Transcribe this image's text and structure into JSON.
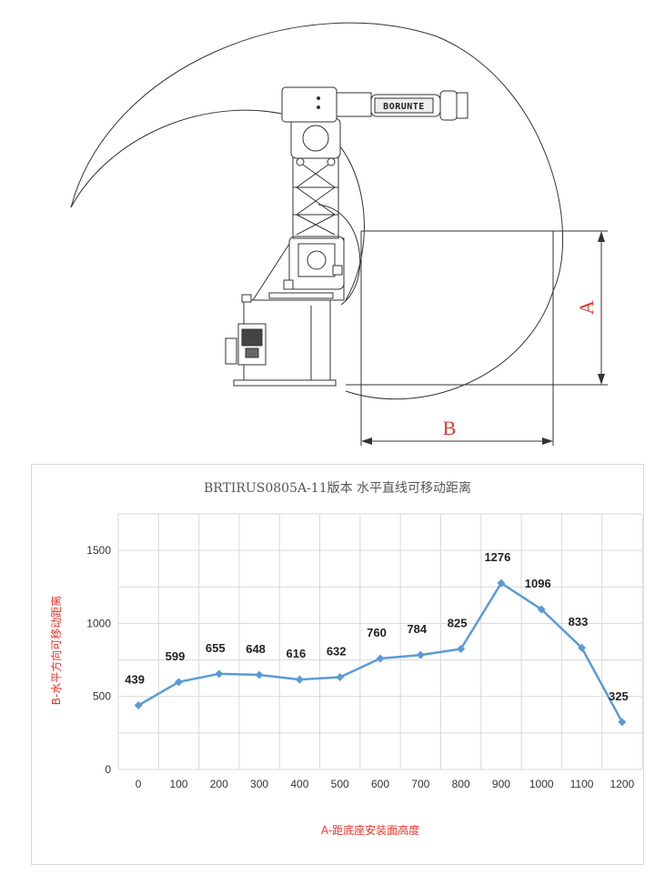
{
  "diagram": {
    "logo": "BORUNTE",
    "dim_a": "A",
    "dim_b": "B"
  },
  "colors": {
    "series": "#5b9bd5",
    "axis_title": "#e8352b",
    "dimension": "#d93a2b",
    "grid": "#d9d9d9"
  },
  "chart_data": {
    "type": "line",
    "title": "BRTIRUS0805A-11版本 水平直线可移动距离",
    "xlabel": "A-距底座安装面高度",
    "ylabel": "B-水平方向可移动距离",
    "categories": [
      "0",
      "100",
      "200",
      "300",
      "400",
      "500",
      "600",
      "700",
      "800",
      "900",
      "1000",
      "1100",
      "1200"
    ],
    "values": [
      439,
      599,
      655,
      648,
      616,
      632,
      760,
      784,
      825,
      1276,
      1096,
      833,
      325
    ],
    "data_labels": [
      "439",
      "599",
      "655",
      "648",
      "616",
      "632",
      "760",
      "784",
      "825",
      "1276",
      "1096",
      "833",
      "325"
    ],
    "yticks": [
      "0",
      "500",
      "1000",
      "1500"
    ],
    "ylim": [
      0,
      1750
    ],
    "marker": "diamond",
    "grid": true,
    "legend": "none"
  }
}
